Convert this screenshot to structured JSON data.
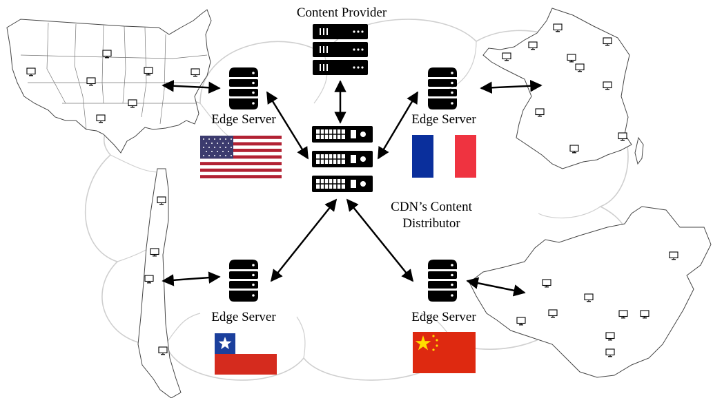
{
  "diagram": {
    "content_provider_label": "Content Provider",
    "distributor_label_line1": "CDN’s Content",
    "distributor_label_line2": "Distributor",
    "edge_server_label": "Edge Server",
    "regions": [
      {
        "name": "USA",
        "flag": "us-flag"
      },
      {
        "name": "France",
        "flag": "france-flag"
      },
      {
        "name": "Chile",
        "flag": "chile-flag"
      },
      {
        "name": "China",
        "flag": "china-flag"
      }
    ],
    "colors": {
      "server": "#000000",
      "cloud_stroke": "#cfcfcf",
      "map_stroke": "#444444",
      "france_blue": "#0a2f9c",
      "france_red": "#ef3340",
      "chile_blue": "#1b3f9c",
      "chile_red": "#d52b1e",
      "china_red": "#de2910",
      "china_star": "#ffde00",
      "us_red": "#b22234",
      "us_blue": "#3c3b6e"
    }
  }
}
